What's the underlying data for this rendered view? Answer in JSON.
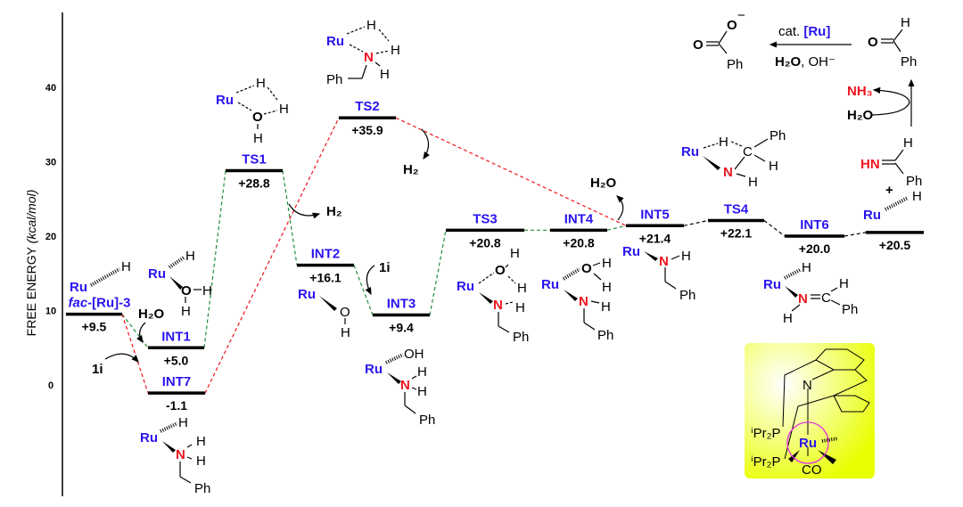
{
  "axis": {
    "label_main": "FREE ENERGY",
    "label_unit": "(kcal/mol)",
    "ticks": [
      "40",
      "30",
      "20",
      "10",
      "0"
    ],
    "tick_values": [
      40,
      30,
      20,
      10,
      0
    ]
  },
  "colors": {
    "ru": "#2a14f0",
    "n": "#f0141e",
    "path_green": "#1e8c3c",
    "path_red": "#f0141e",
    "path_black": "#000000",
    "highlight_box": "#e8ff00",
    "highlight_circle": "#e030e0"
  },
  "chart_data": {
    "type": "energy-profile",
    "ylabel": "FREE ENERGY (kcal/mol)",
    "ylim": [
      -15,
      50
    ],
    "levels": [
      {
        "name_prefix": "fac",
        "name": "-[Ru]-3",
        "value": 9.5,
        "label": "+9.5"
      },
      {
        "name": "INT1",
        "value": 5.0,
        "label": "+5.0"
      },
      {
        "name": "INT7",
        "value": -1.1,
        "label": "-1.1"
      },
      {
        "name": "TS1",
        "value": 28.8,
        "label": "+28.8"
      },
      {
        "name": "TS2",
        "value": 35.9,
        "label": "+35.9"
      },
      {
        "name": "INT2",
        "value": 16.1,
        "label": "+16.1"
      },
      {
        "name": "INT3",
        "value": 9.4,
        "label": "+9.4"
      },
      {
        "name": "TS3",
        "value": 20.8,
        "label": "+20.8"
      },
      {
        "name": "INT4",
        "value": 20.8,
        "label": "+20.8"
      },
      {
        "name": "INT5",
        "value": 21.4,
        "label": "+21.4"
      },
      {
        "name": "TS4",
        "value": 22.1,
        "label": "+22.1"
      },
      {
        "name": "INT6",
        "value": 20.0,
        "label": "+20.0"
      },
      {
        "name": "",
        "value": 20.5,
        "label": "+20.5"
      }
    ],
    "connections": [
      {
        "from": 0,
        "to": 1,
        "path": "green"
      },
      {
        "from": 1,
        "to": 3,
        "path": "green"
      },
      {
        "from": 3,
        "to": 5,
        "path": "green"
      },
      {
        "from": 5,
        "to": 6,
        "path": "green"
      },
      {
        "from": 6,
        "to": 7,
        "path": "green"
      },
      {
        "from": 7,
        "to": 8,
        "path": "green"
      },
      {
        "from": 8,
        "to": 9,
        "path": "green"
      },
      {
        "from": 0,
        "to": 2,
        "path": "red"
      },
      {
        "from": 2,
        "to": 4,
        "path": "red"
      },
      {
        "from": 4,
        "to": 9,
        "path": "red"
      },
      {
        "from": 9,
        "to": 10,
        "path": "black"
      },
      {
        "from": 10,
        "to": 11,
        "path": "black"
      },
      {
        "from": 11,
        "to": 12,
        "path": "black"
      }
    ]
  },
  "annotations": {
    "h2o_1": "H₂O",
    "i1_a": "1i",
    "h2_ts1": "H₂",
    "h2_ts2": "H₂",
    "i1_b": "1i",
    "h2o_int4": "H₂O"
  },
  "structures": {
    "fac": [
      "Ru",
      "H"
    ],
    "int1": [
      "Ru",
      "H",
      "O",
      "H",
      "H"
    ],
    "ts1": [
      "Ru",
      "H",
      "H",
      "O",
      "H"
    ],
    "ts2": [
      "Ru",
      "H",
      "H",
      "N",
      "H",
      "Ph"
    ],
    "int2": [
      "Ru",
      "O",
      "H"
    ],
    "int3": [
      "Ru",
      "OH",
      "N",
      "H",
      "H",
      "Ph"
    ],
    "int7": [
      "Ru",
      "H",
      "N",
      "H",
      "H",
      "Ph"
    ],
    "ts3": [
      "Ru",
      "O",
      "H",
      "H",
      "N",
      "H",
      "Ph"
    ],
    "int4": [
      "Ru",
      "O",
      "H",
      "H",
      "N",
      "H",
      "Ph"
    ],
    "int5": [
      "Ru",
      "N",
      "H",
      "Ph"
    ],
    "ts4": [
      "Ru",
      "H",
      "C",
      "Ph",
      "H",
      "N",
      "H"
    ],
    "int6": [
      "Ru",
      "H",
      "N",
      "C",
      "H",
      "H",
      "Ph"
    ],
    "final": [
      "HN",
      "H",
      "Ph",
      "+",
      "Ru",
      "H"
    ]
  },
  "scheme": {
    "product": [
      "O",
      "−",
      "O",
      "Ph"
    ],
    "reagent_top_prefix": "cat. ",
    "reagent_top_ru": "[Ru]",
    "reagent_bottom_h2o": "H₂O",
    "reagent_bottom_rest": ", OH⁻",
    "aldehyde": [
      "O",
      "H",
      "Ph"
    ],
    "nh3": "NH₃",
    "h2o": "H₂O"
  },
  "catalyst": {
    "atoms": [
      "N",
      "ⁱPr₂P",
      "ⁱPr₂P",
      "Ru",
      "CO"
    ]
  }
}
